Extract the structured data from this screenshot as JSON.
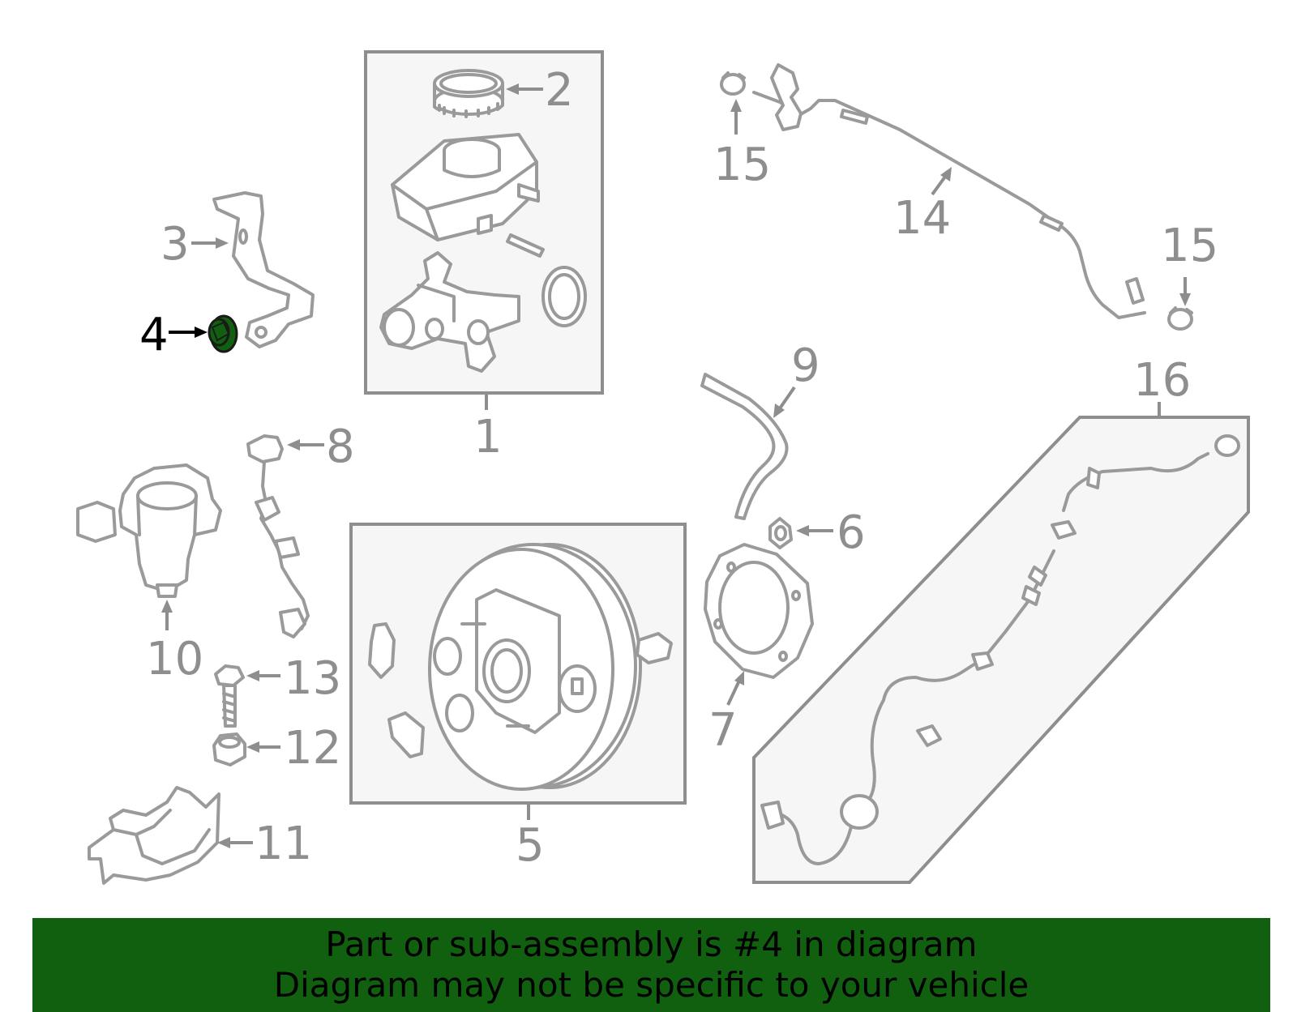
{
  "diagram": {
    "highlight_color": "#106010",
    "highlighted_part": "4",
    "callouts": {
      "c1": "1",
      "c2": "2",
      "c3": "3",
      "c4": "4",
      "c5": "5",
      "c6": "6",
      "c7": "7",
      "c8": "8",
      "c9": "9",
      "c10": "10",
      "c11": "11",
      "c12": "12",
      "c13": "13",
      "c14": "14",
      "c15a": "15",
      "c15b": "15",
      "c16": "16"
    }
  },
  "banner": {
    "background": "#106010",
    "line1": "Part or sub-assembly is #4 in diagram",
    "line2": "Diagram may not be specific to your vehicle"
  }
}
